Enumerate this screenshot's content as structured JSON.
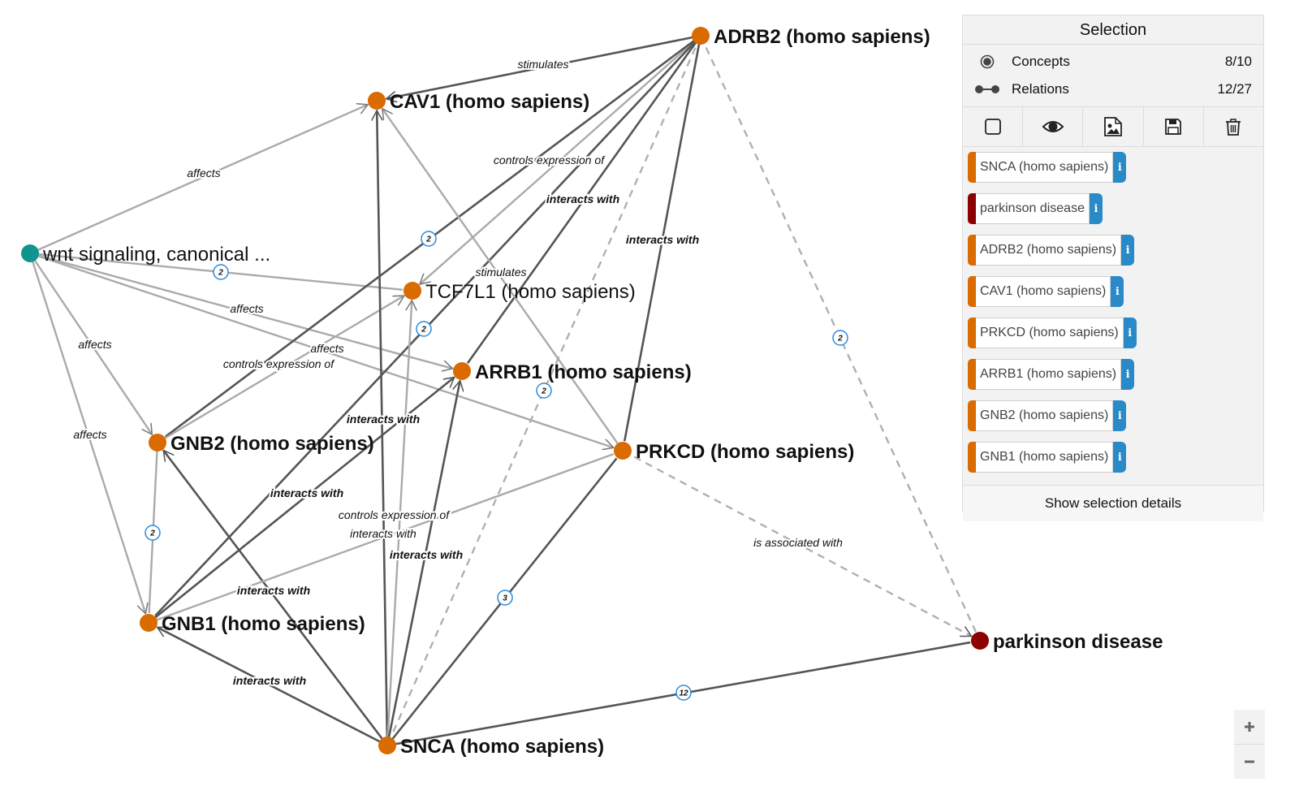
{
  "colors": {
    "gene": "#d96b00",
    "disease": "#8b0000",
    "pathway": "#10958e",
    "edge_dark": "#555555",
    "edge_light": "#aaaaaa",
    "badge_border": "#2a8ae0",
    "info_blue": "#2a8ac8"
  },
  "graph": {
    "nodes": [
      {
        "id": "ADRB2",
        "label": "ADRB2 (homo sapiens)",
        "type": "gene",
        "bold": true
      },
      {
        "id": "CAV1",
        "label": "CAV1 (homo sapiens)",
        "type": "gene",
        "bold": true
      },
      {
        "id": "WNT",
        "label": "wnt signaling, canonical ...",
        "type": "pathway",
        "bold": false
      },
      {
        "id": "TCF7L1",
        "label": "TCF7L1 (homo sapiens)",
        "type": "gene",
        "bold": false
      },
      {
        "id": "ARRB1",
        "label": "ARRB1 (homo sapiens)",
        "type": "gene",
        "bold": true
      },
      {
        "id": "GNB2",
        "label": "GNB2 (homo sapiens)",
        "type": "gene",
        "bold": true
      },
      {
        "id": "PRKCD",
        "label": "PRKCD (homo sapiens)",
        "type": "gene",
        "bold": true
      },
      {
        "id": "GNB1",
        "label": "GNB1 (homo sapiens)",
        "type": "gene",
        "bold": true
      },
      {
        "id": "SNCA",
        "label": "SNCA (homo sapiens)",
        "type": "gene",
        "bold": true
      },
      {
        "id": "PD",
        "label": "parkinson disease",
        "type": "disease",
        "bold": true
      }
    ],
    "edges": [
      {
        "from": "ADRB2",
        "to": "CAV1",
        "style": "dark",
        "label": "stimulates",
        "arrow": true
      },
      {
        "from": "WNT",
        "to": "CAV1",
        "style": "light",
        "label": "affects",
        "arrow": true
      },
      {
        "from": "WNT",
        "to": "TCF7L1",
        "style": "light",
        "badge": "2"
      },
      {
        "from": "WNT",
        "to": "ARRB1",
        "style": "light",
        "label": "affects",
        "arrow": true
      },
      {
        "from": "WNT",
        "to": "PRKCD",
        "style": "light",
        "label": "affects",
        "arrow": true
      },
      {
        "from": "WNT",
        "to": "GNB2",
        "style": "light",
        "label": "affects",
        "arrow": true
      },
      {
        "from": "WNT",
        "to": "GNB1",
        "style": "light",
        "label": "affects",
        "arrow": true
      },
      {
        "from": "ADRB2",
        "to": "TCF7L1",
        "style": "light",
        "label": "controls expression of",
        "arrow": true
      },
      {
        "from": "ADRB2",
        "to": "GNB2",
        "style": "dark",
        "badge": "2"
      },
      {
        "from": "ADRB2",
        "to": "ARRB1",
        "style": "dark",
        "label": "interacts with",
        "bold": true
      },
      {
        "from": "ADRB2",
        "to": "GNB1",
        "style": "dark",
        "label": "interacts with",
        "bold": true
      },
      {
        "from": "ADRB2",
        "to": "PRKCD",
        "style": "dark",
        "label": "interacts with",
        "bold": true
      },
      {
        "from": "ADRB2",
        "to": "SNCA",
        "style": "dashed",
        "badge": "2"
      },
      {
        "from": "ADRB2",
        "to": "PD",
        "style": "dashed",
        "badge": "2"
      },
      {
        "from": "PRKCD",
        "to": "CAV1",
        "style": "light",
        "label": "stimulates",
        "arrow": true
      },
      {
        "from": "GNB2",
        "to": "TCF7L1",
        "style": "light",
        "label": "controls expression of",
        "arrow": true
      },
      {
        "from": "GNB2",
        "to": "GNB1",
        "style": "light",
        "badge": "2"
      },
      {
        "from": "SNCA",
        "to": "CAV1",
        "style": "dark",
        "arrow": true
      },
      {
        "from": "SNCA",
        "to": "TCF7L1",
        "style": "light",
        "badge": "2",
        "arrow": true
      },
      {
        "from": "SNCA",
        "to": "ARRB1",
        "style": "dark",
        "label": "interacts with",
        "bold": true,
        "arrow": true
      },
      {
        "from": "SNCA",
        "to": "GNB2",
        "style": "dark",
        "arrow": true
      },
      {
        "from": "SNCA",
        "to": "GNB1",
        "style": "dark",
        "label": "interacts with",
        "bold": true,
        "arrow": true
      },
      {
        "from": "SNCA",
        "to": "PRKCD",
        "style": "dark",
        "badge": "3"
      },
      {
        "from": "SNCA",
        "to": "PD",
        "style": "dark",
        "badge": "12"
      },
      {
        "from": "GNB1",
        "to": "ARRB1",
        "style": "dark",
        "label": "interacts with",
        "bold": true,
        "arrow": true
      },
      {
        "from": "GNB1",
        "to": "PRKCD",
        "style": "light",
        "label": "controls expression of"
      },
      {
        "from": "PRKCD",
        "to": "PD",
        "style": "dashed",
        "label": "is associated with",
        "arrow": true
      }
    ],
    "extra_labels": [
      {
        "text": "interacts with",
        "bold": false
      },
      {
        "text": "interacts with",
        "bold": true
      },
      {
        "text": "2"
      }
    ]
  },
  "panel": {
    "title": "Selection",
    "concepts_label": "Concepts",
    "concepts_value": "8/10",
    "relations_label": "Relations",
    "relations_value": "12/27",
    "toolbar": [
      {
        "icon": "checkbox-icon"
      },
      {
        "icon": "eye-icon"
      },
      {
        "icon": "image-icon"
      },
      {
        "icon": "save-icon"
      },
      {
        "icon": "trash-icon"
      }
    ],
    "chips": [
      {
        "label": "SNCA (homo sapiens)",
        "type": "gene"
      },
      {
        "label": "parkinson disease",
        "type": "disease"
      },
      {
        "label": "ADRB2 (homo sapiens)",
        "type": "gene"
      },
      {
        "label": "CAV1 (homo sapiens)",
        "type": "gene"
      },
      {
        "label": "PRKCD (homo sapiens)",
        "type": "gene"
      },
      {
        "label": "ARRB1 (homo sapiens)",
        "type": "gene"
      },
      {
        "label": "GNB2 (homo sapiens)",
        "type": "gene"
      },
      {
        "label": "GNB1 (homo sapiens)",
        "type": "gene"
      }
    ],
    "info_glyph": "i",
    "details_button": "Show selection details"
  },
  "zoom": {
    "in": "+",
    "out": "−"
  }
}
